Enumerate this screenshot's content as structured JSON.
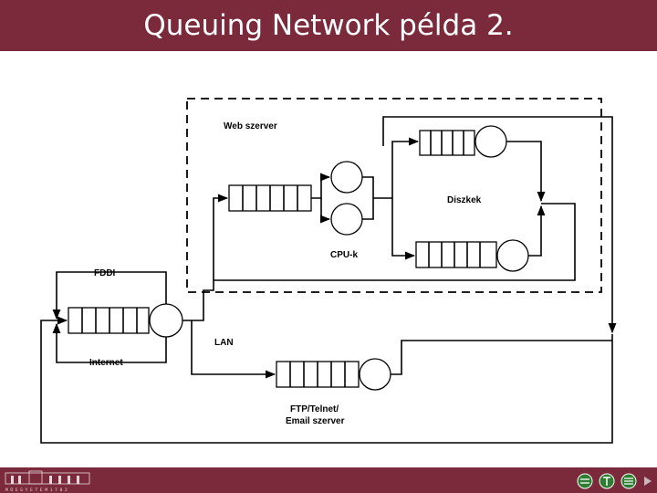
{
  "slide": {
    "title": "Queuing Network példa 2."
  },
  "diagram": {
    "labels": {
      "web_server": "Web szerver",
      "disks": "Diszkek",
      "cpus": "CPU-k",
      "fddi": "FDDI",
      "lan": "LAN",
      "internet": "Internet",
      "ftp_line1": "FTP/Telnet/",
      "ftp_line2": "Email szerver"
    }
  },
  "footer": {
    "logo_text": "M Ű E G Y E T E M  1 7 8 2"
  },
  "colors": {
    "title_bar": "#7b2a3b",
    "title_text": "#ffffff",
    "nav_button": "#2e7d32"
  },
  "icons": [
    "university-logo",
    "nav-prev-icon",
    "nav-home-icon",
    "nav-next-icon",
    "nav-last-icon"
  ]
}
